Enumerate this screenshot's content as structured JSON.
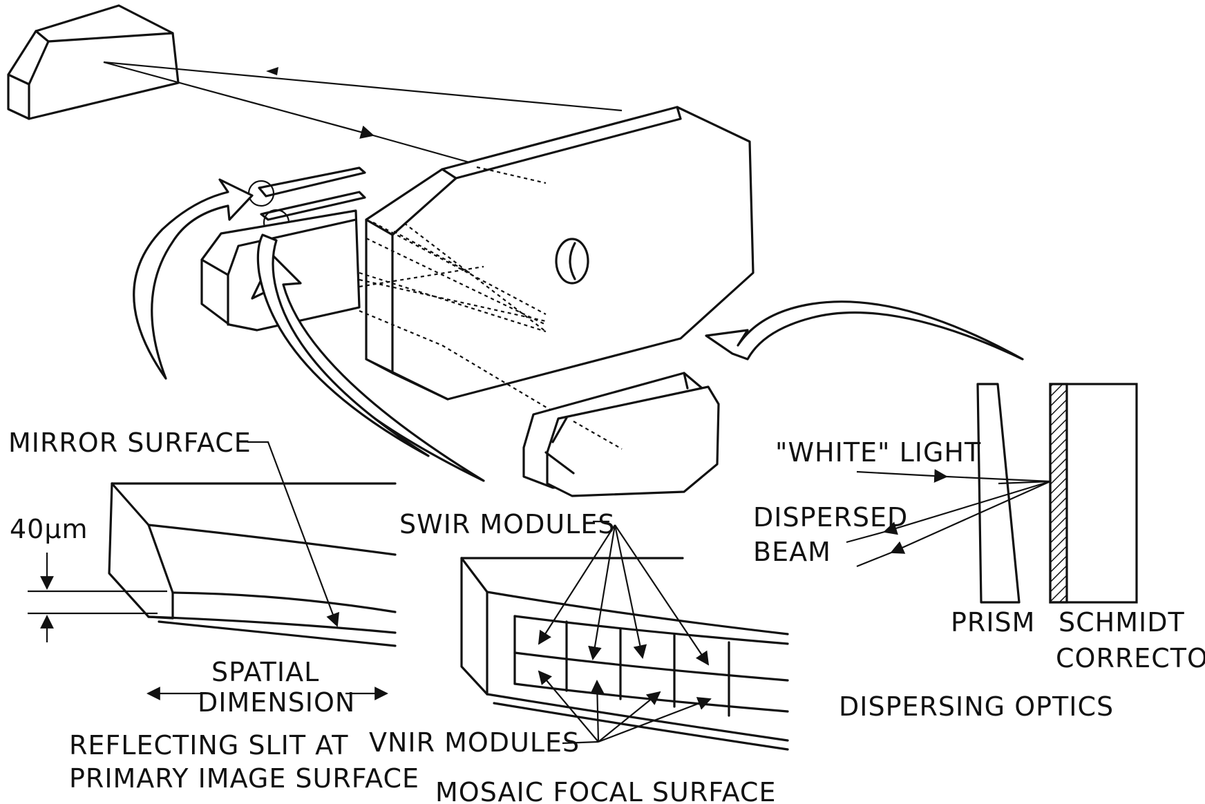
{
  "labels": {
    "mirror_surface": "MIRROR SURFACE",
    "thickness": "40μm",
    "spatial": "SPATIAL",
    "dimension": "DIMENSION",
    "slit_caption_1": "REFLECTING SLIT AT",
    "slit_caption_2": "PRIMARY IMAGE SURFACE",
    "swir_modules": "SWIR MODULES",
    "vnir_modules": "VNIR MODULES",
    "mosaic_caption": "MOSAIC FOCAL SURFACE",
    "white_light": "\"WHITE\" LIGHT",
    "dispersed": "DISPERSED",
    "beam": "BEAM",
    "prism": "PRISM",
    "schmidt": "SCHMIDT",
    "corrector": "CORRECTOR",
    "dispersing_caption": "DISPERSING OPTICS"
  }
}
